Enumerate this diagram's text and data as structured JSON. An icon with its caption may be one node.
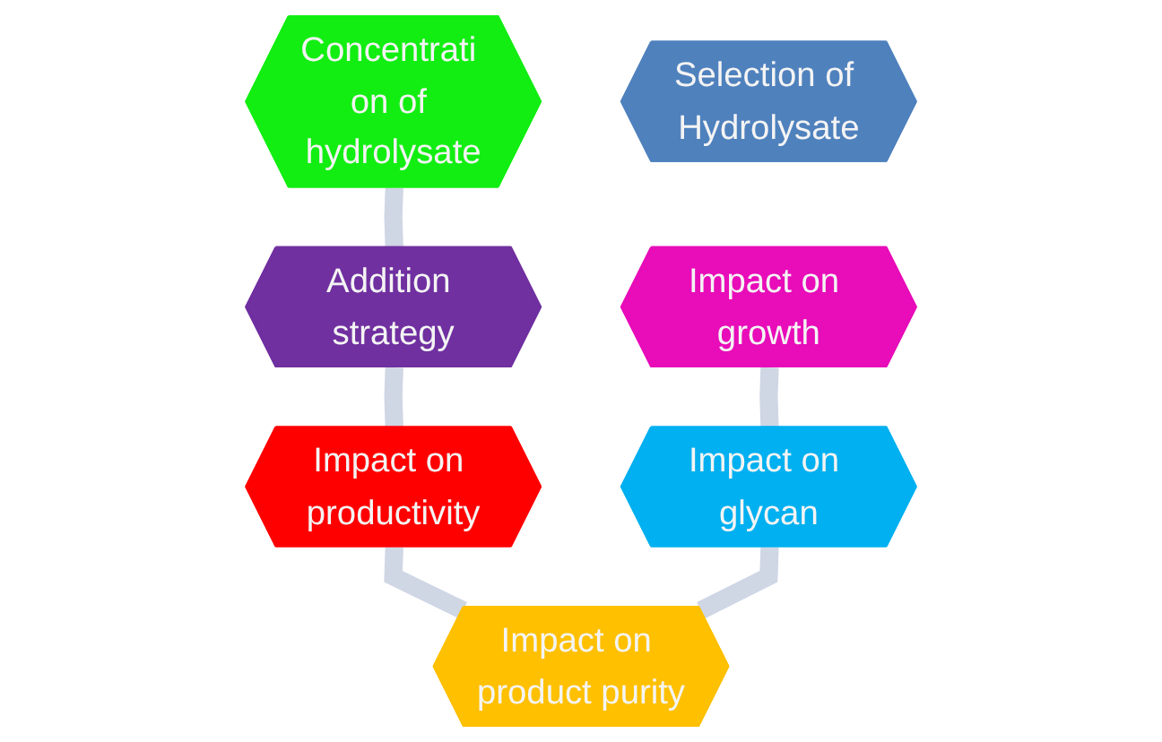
{
  "diagram": {
    "nodes": [
      {
        "text": [
          "Concentrati on of hydrolysate"
        ]
      },
      {
        "text": [
          "Impact on growth"
        ]
      },
      {
        "text": [
          "Addition strategy"
        ]
      },
      {
        "text": [
          "Selection of Hydrolysate"
        ]
      },
      {
        "text": [
          "Impact on glycan"
        ]
      },
      {
        "text": [
          "Impact on productivity"
        ]
      },
      {
        "text": [
          "Impact on product purity"
        ]
      }
    ],
    "edges": [
      {
        "from": 0,
        "to": 2,
        "arrow": "none"
      },
      {
        "from": 2,
        "to": 5,
        "arrow": "none"
      },
      {
        "from": 5,
        "to": 6,
        "arrow": "none"
      },
      {
        "from": 4,
        "to": 6,
        "arrow": "none"
      },
      {
        "from": 1,
        "to": 4,
        "arrow": "none"
      }
    ]
  }
}
